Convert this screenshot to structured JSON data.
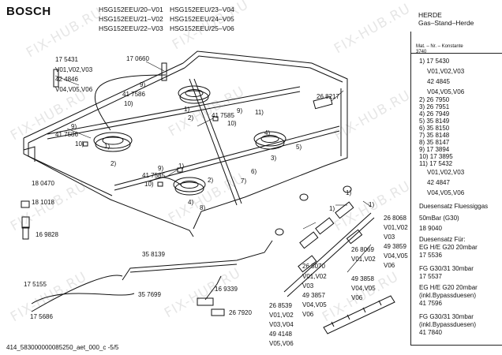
{
  "brand": "BOSCH",
  "models": {
    "col1": [
      "HSG152EEU/20–V01",
      "HSG152EEU/21–V02",
      "HSG152EEU/22–V03"
    ],
    "col2": [
      "HSG152EEU/23–V04",
      "HSG152EEU/24–V05",
      "HSG152EEU/25–V06"
    ]
  },
  "product": {
    "line1": "HERDE",
    "line2": "Gas–Stand–Herde"
  },
  "catalog": {
    "label": "Mat. – Nr. – Konstante",
    "code": "3740"
  },
  "footer": "414_583000000085250_aet_000_c  -5/5",
  "watermark": "FIX-HUB.RU",
  "callouts": [
    "17 5431",
    "17 0660",
    "V01,V02,V03",
    "42 4846",
    "V04,V05,V06",
    "9)",
    "10)",
    "41 7586",
    "9)",
    "10)",
    "41 7586",
    "1)",
    "2)",
    "11)",
    "41 7585",
    "10)",
    "9)",
    "26 8217",
    "1)",
    "2)",
    "3)",
    "4)",
    "5)",
    "9)",
    "10)",
    "41 7585",
    "1)",
    "2)",
    "4)",
    "8)",
    "6)",
    "7)",
    "18 0470",
    "18 1018",
    "16 9828",
    "1)",
    "1)",
    "1)",
    "26 8068",
    "V01,V02",
    "V03",
    "26 8069",
    "49 3859",
    "V04,V05",
    "V01,V02",
    "V06",
    "35 8139",
    "26 8070",
    "V01,V02",
    "V03",
    "49 3857",
    "49 3858",
    "V04,V05",
    "V06",
    "17 5155",
    "35 7699",
    "16 9339",
    "26 7920",
    "17 5686",
    "26 8539",
    "V01,V02",
    "V03,V04",
    "V04,V05",
    "49 4148",
    "V06",
    "V05,V06"
  ],
  "parts_list": [
    "1)  17 5430",
    "V01,V02,V03",
    "42 4845",
    "V04,V05,V06",
    "2)  26 7950",
    "3)  26 7951",
    "4)  26 7949",
    "5)  35 8149",
    "6)  35 8150",
    "7)  35 8148",
    "8)  35 8147",
    "9)  17 3894",
    "10) 17 3895",
    "11) 17 5432",
    "V01,V02,V03",
    "42 4847",
    "V04,V05,V06",
    "Duesensatz Fluessiggas",
    "50mBar (G30)",
    "18 9040",
    "Duesensatz Für:",
    "EG H/E G20 20mbar",
    "17 5536",
    "FG G30/31 30mbar",
    "17 5537",
    "EG H/E G20 20mbar",
    "(inkl.Bypassduesen)",
    "41 7596",
    "FG G30/31 30mbar",
    "(inkl.Bypassduesen)",
    "41 7840"
  ]
}
